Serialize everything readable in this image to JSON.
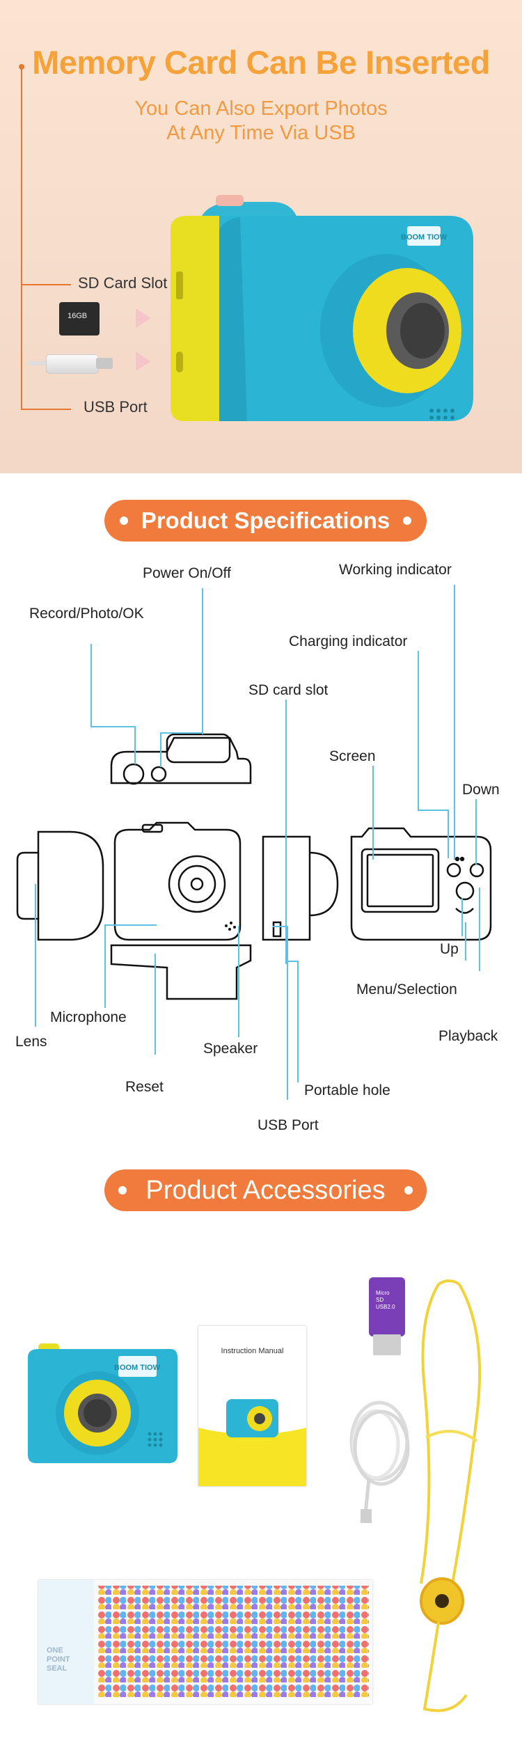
{
  "memory_section": {
    "title": "Memory Card Can Be Inserted",
    "subtitle_line1": "You Can Also Export Photos",
    "subtitle_line2": "At Any Time Via USB",
    "sd_card_label": "SD Card Slot",
    "usb_port_label": "USB Port",
    "card_text": "16GB",
    "brand_logo": "BOOM TIOW"
  },
  "spec_section": {
    "header": "Product Specifications",
    "labels": {
      "power": "Power  On/Off",
      "working": "Working indicator",
      "record": "Record/Photo/OK",
      "charging": "Charging indicator",
      "sd_slot": "SD card slot",
      "screen": "Screen",
      "down": "Down",
      "up": "Up",
      "menu": "Menu/Selection",
      "microphone": "Microphone",
      "playback": "Playback",
      "lens": "Lens",
      "speaker": "Speaker",
      "reset": "Reset",
      "portable_hole": "Portable  hole",
      "usb_port": "USB Port"
    },
    "line_color": "#5ec0e2"
  },
  "accessories_section": {
    "header": "Product Accessories",
    "manual_title": "Instruction Manual",
    "sticker_text": "ONE POINT SEAL",
    "card_reader_text": "Micro SD USB2.0"
  },
  "colors": {
    "accent_orange": "#f07b3c",
    "camera_body": "#29b8d6",
    "camera_yellow": "#f2e21b"
  }
}
